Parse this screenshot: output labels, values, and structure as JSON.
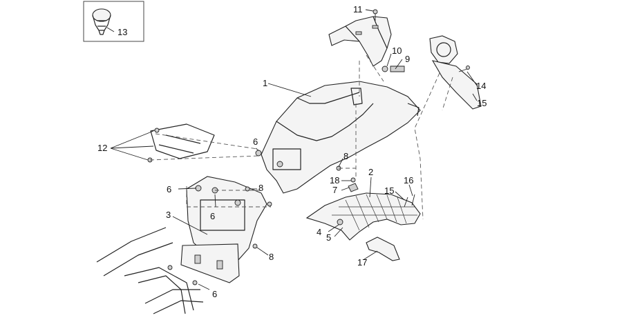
{
  "callouts": [
    {
      "id": "c1",
      "text": "1"
    },
    {
      "id": "c2",
      "text": "2"
    },
    {
      "id": "c3",
      "text": "3"
    },
    {
      "id": "c4",
      "text": "4"
    },
    {
      "id": "c5",
      "text": "5"
    },
    {
      "id": "c6a",
      "text": "6"
    },
    {
      "id": "c6b",
      "text": "6"
    },
    {
      "id": "c6c",
      "text": "6"
    },
    {
      "id": "c6d",
      "text": "6"
    },
    {
      "id": "c7",
      "text": "7"
    },
    {
      "id": "c8a",
      "text": "8"
    },
    {
      "id": "c8b",
      "text": "8"
    },
    {
      "id": "c8c",
      "text": "8"
    },
    {
      "id": "c9",
      "text": "9"
    },
    {
      "id": "c10",
      "text": "10"
    },
    {
      "id": "c11",
      "text": "11"
    },
    {
      "id": "c12",
      "text": "12"
    },
    {
      "id": "c13",
      "text": "13"
    },
    {
      "id": "c14",
      "text": "14"
    },
    {
      "id": "c15a",
      "text": "15"
    },
    {
      "id": "c15b",
      "text": "15"
    },
    {
      "id": "c16",
      "text": "16"
    },
    {
      "id": "c17",
      "text": "17"
    },
    {
      "id": "c18",
      "text": "18"
    }
  ]
}
